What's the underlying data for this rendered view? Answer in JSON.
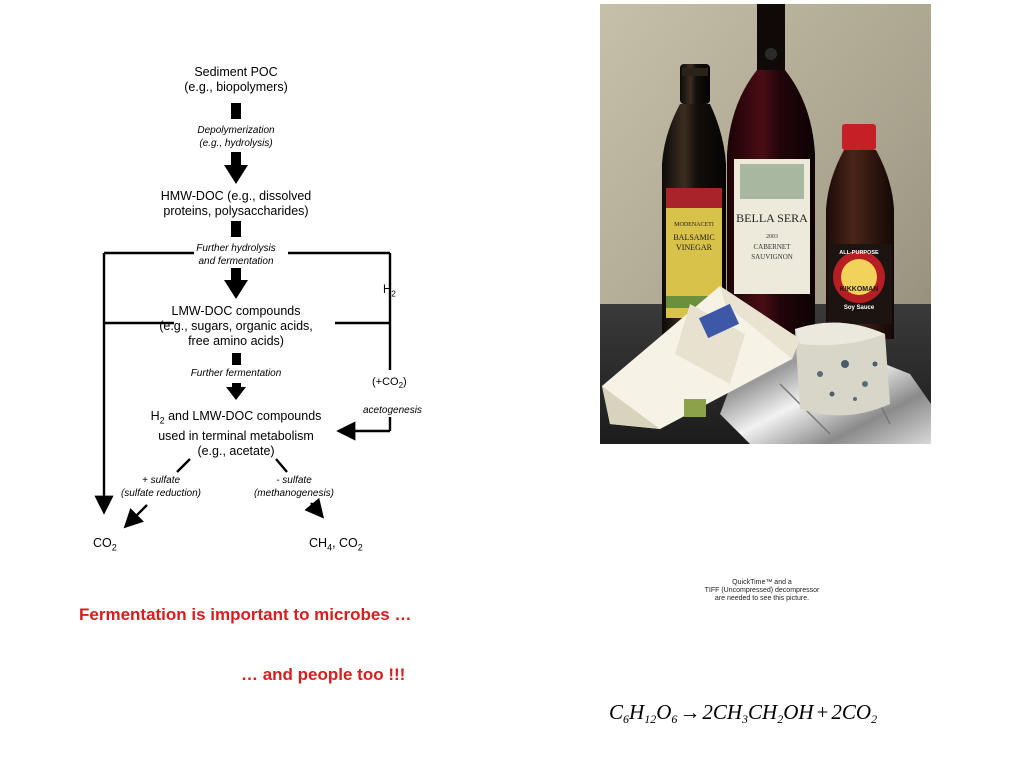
{
  "diagram": {
    "sediment_poc": [
      "Sediment POC",
      "(e.g., biopolymers)"
    ],
    "depolymerization": [
      "Depolymerization",
      "(e.g., hydrolysis)"
    ],
    "hmw_doc": [
      "HMW-DOC (e.g., dissolved",
      "proteins, polysaccharides)"
    ],
    "further_hydrolysis": [
      "Further hydrolysis",
      "and fermentation"
    ],
    "lmw_doc": [
      "LMW-DOC compounds",
      "(e.g., sugars, organic acids,",
      "free amino acids)"
    ],
    "further_fermentation": "Further fermentation",
    "h2_lmw": {
      "h": "H",
      "sub": "2",
      "rest": " and LMW-DOC compounds",
      "line2": "used in terminal metabolism",
      "line3": "(e.g., acetate)"
    },
    "h2_label": {
      "h": "H",
      "sub": "2"
    },
    "plus_co2": {
      "pre": "(+CO",
      "sub": "2",
      "post": ")"
    },
    "acetogenesis": "acetogenesis",
    "plus_sulfate": [
      "+ sulfate",
      "(sulfate reduction)"
    ],
    "minus_sulfate": [
      "- sulfate",
      "(methanogenesis)"
    ],
    "co2_product": {
      "pre": "CO",
      "sub": "2"
    },
    "ch4_product": {
      "a": "CH",
      "a_sub": "4",
      "b": ", CO",
      "b_sub": "2"
    }
  },
  "texts": {
    "fermentation_microbes": "Fermentation is important to microbes …",
    "people_too": "… and people too !!!"
  },
  "quicktime_notice": [
    "QuickTime™ and a",
    "TIFF (Uncompressed) decompressor",
    "are needed to see this picture."
  ],
  "photo": {
    "balsamic_label": [
      "MODENACETI",
      "BALSAMIC",
      "VINEGAR"
    ],
    "wine_label": [
      "BELLA SERA",
      "2003",
      "CABERNET",
      "SAUVIGNON"
    ],
    "soy_label": [
      "ALL-PURPOSE",
      "KIKKOMAN",
      "Soy Sauce"
    ]
  },
  "equation": {
    "C": "C",
    "c_sub": "6",
    "H": "H",
    "h_sub": "12",
    "O": "O",
    "o_sub": "6",
    "arrow": "→",
    "p1": "2CH",
    "p1_sub": "3",
    "p2": "CH",
    "p2_sub": "2",
    "p3": "OH",
    "plus": "+",
    "p4": "2CO",
    "p4_sub": "2"
  },
  "colors": {
    "accent_red": "#d71e1e",
    "background": "#ffffff"
  }
}
